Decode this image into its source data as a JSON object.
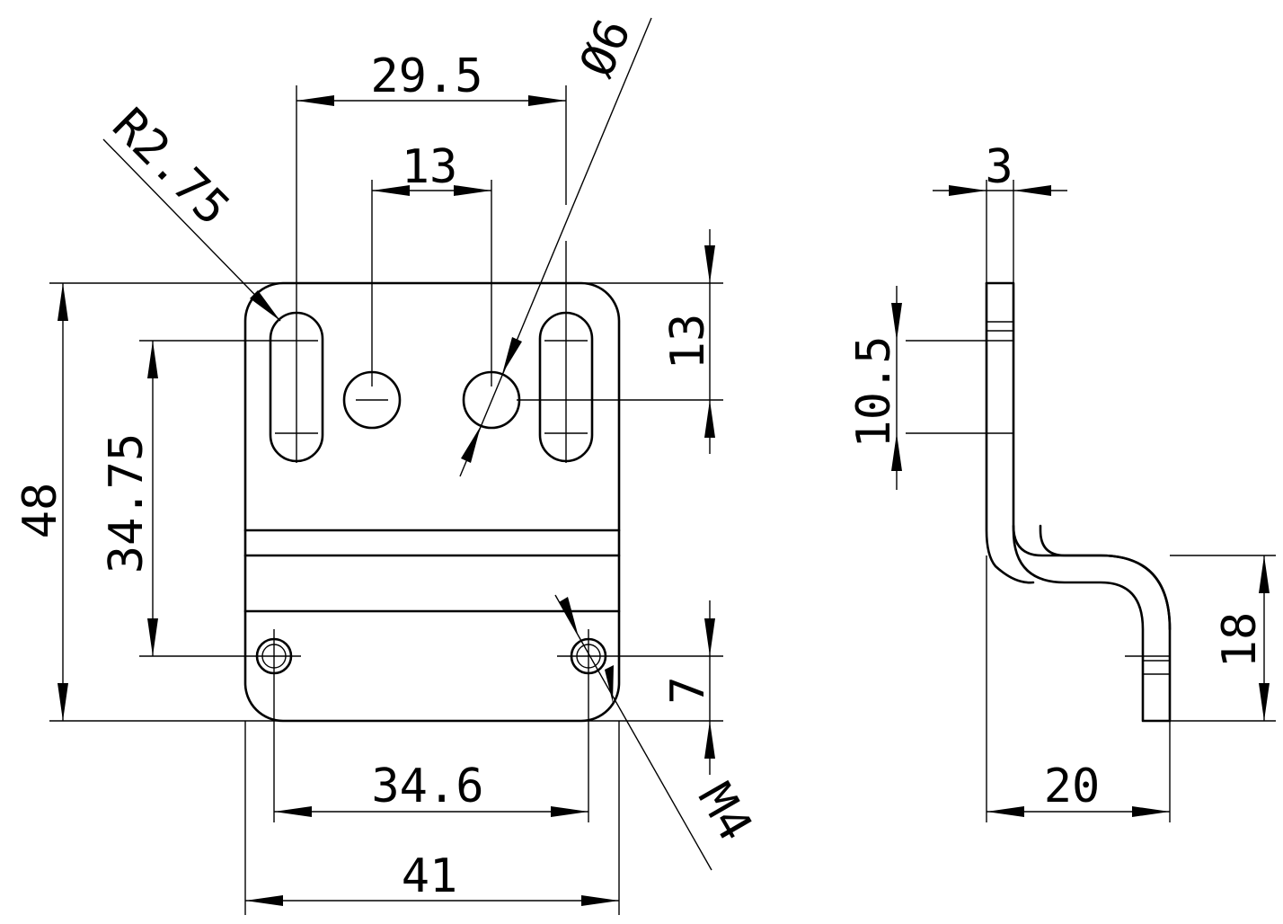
{
  "drawing": {
    "front_view": {
      "dimensions": {
        "width_total": "41",
        "height_total": "48",
        "slot_spacing": "29.5",
        "hole_spacing": "13",
        "slot_length": "13",
        "threaded_hole_spacing_x": "34.6",
        "threaded_hole_spacing_y": "34.75",
        "threaded_hole_offset": "7",
        "corner_radius": "R2.75",
        "hole_diameter": "Ø6",
        "thread": "M4"
      }
    },
    "side_view": {
      "dimensions": {
        "thickness": "3",
        "slot_zone": "10.5",
        "offset_depth": "20",
        "offset_height": "18"
      }
    }
  }
}
